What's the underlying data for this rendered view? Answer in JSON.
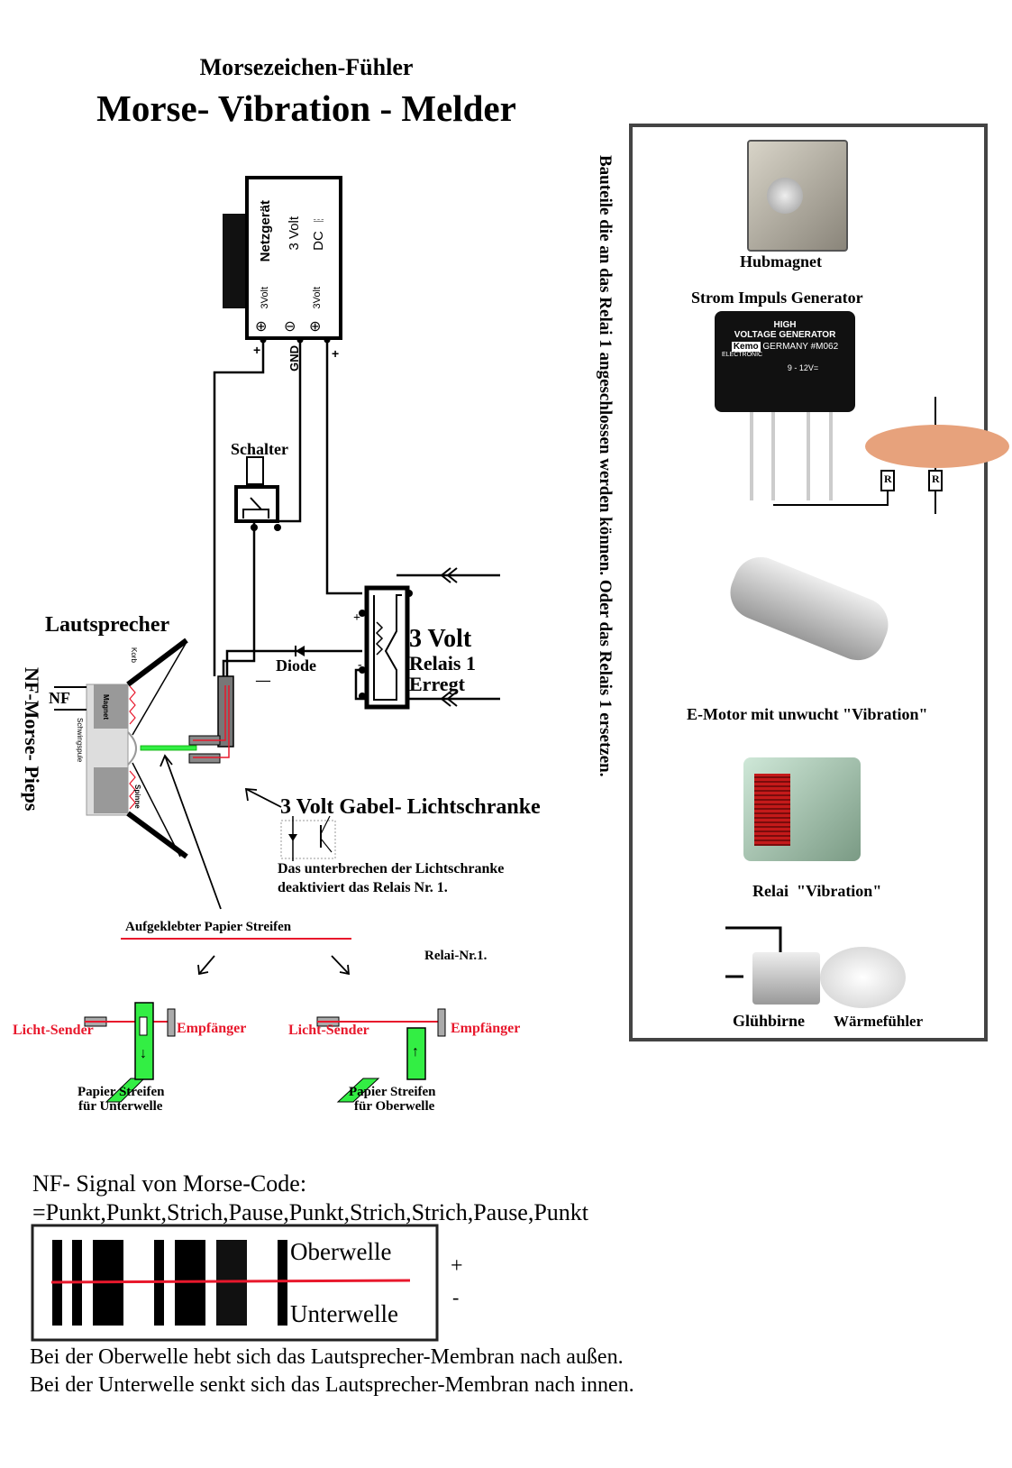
{
  "header": {
    "subtitle": "Morsezeichen-Fühler",
    "title": "Morse- Vibration - Melder"
  },
  "power_supply": {
    "name": "Netzgerät",
    "voltage": "3 Volt",
    "type": "DC ⎓",
    "terminal_plus_left": "3Volt",
    "terminal_plus_right": "3Volt",
    "pin_plus_left": "+",
    "pin_gnd": "GND",
    "pin_plus_right": "+"
  },
  "switch": {
    "label": "Schalter"
  },
  "relay": {
    "line1": "3 Volt",
    "line2": "Relais 1",
    "line3": "Erregt",
    "plus": "+",
    "minus": "-"
  },
  "diode": {
    "label": "Diode",
    "minus": "—"
  },
  "speaker": {
    "title": "Lautsprecher",
    "side_label": "NF-Morse- Pieps",
    "nf": "NF",
    "parts": {
      "korb": "Korb",
      "magnet": "Magnet",
      "coil": "Schwingspule",
      "spider": "Spinne"
    }
  },
  "light_barrier": {
    "title": "3 Volt Gabel- Lichtschranke",
    "desc_line1": "Das unterbrechen der Lichtschranke",
    "desc_line2": "deaktiviert das Relais Nr. 1."
  },
  "paper_strip": {
    "heading": "Aufgeklebter Papier Streifen",
    "relay_ref": "Relai-Nr.1.",
    "left": {
      "sender": "Licht-Sender",
      "receiver": "Empfänger",
      "caption1": "Papier Streifen",
      "caption2": "für Unterwelle",
      "arrow": "↓"
    },
    "right": {
      "sender": "Licht-Sender",
      "receiver": "Empfänger",
      "caption1": "Papier Streifen",
      "caption2": "für Oberwelle",
      "arrow": "↑"
    }
  },
  "components_panel": {
    "side_text": "Bauteile die an das Relai 1 angeschlossen werden können.  Oder das Relais 1 ersetzen.",
    "items": [
      {
        "label": "Hubmagnet"
      },
      {
        "label": "Strom Impuls Generator",
        "device": {
          "line1": "HIGH",
          "line2": "VOLTAGE GENERATOR",
          "brand": "Kemo",
          "country": "GERMANY",
          "model": "#M062",
          "sub": "ELECTRONIC",
          "voltage": "9 - 12V=",
          "resistor": "R"
        }
      },
      {
        "label": "E-Motor mit unwucht \"Vibration\""
      },
      {
        "label": "Relai  \"Vibration\""
      },
      {
        "label": "Glühbirne",
        "label2": "Wärmefühler"
      }
    ]
  },
  "signal": {
    "heading": "NF- Signal von Morse-Code:",
    "sequence": "=Punkt,Punkt,Strich,Pause,Punkt,Strich,Strich,Pause,Punkt",
    "upper": "Oberwelle",
    "lower": "Unterwelle",
    "plus": "+",
    "minus": "-",
    "note1": "Bei der Oberwelle hebt sich das Lautsprecher-Membran nach außen.",
    "note2": "Bei der Unterwelle senkt sich das Lautsprecher-Membran nach innen."
  },
  "colors": {
    "accent_red": "#e8182c",
    "strip_green": "#33ee44",
    "wire": "#000000"
  }
}
